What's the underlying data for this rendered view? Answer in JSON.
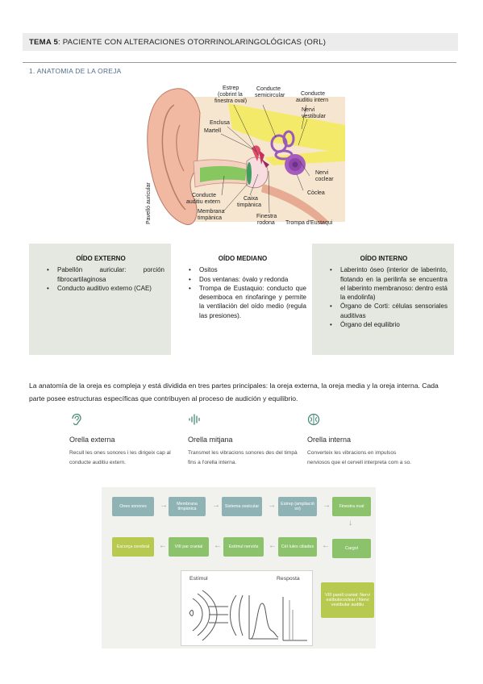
{
  "header": {
    "prefix": "TEMA 5",
    "title": ": PACIENTE CON ALTERACIONES OTORRINOLARINGOLÓGICAS (ORL)"
  },
  "section1": {
    "title": "1. ANATOMIA DE LA OREJA"
  },
  "diagram": {
    "labels": {
      "estrep_1": "Estrep",
      "estrep_2": "(cobrint la",
      "estrep_3": "finestra oval)",
      "conducte_sem_1": "Conducte",
      "conducte_sem_2": "semicircular",
      "conducte_aud_1": "Conducte",
      "conducte_aud_2": "auditiu intern",
      "nervi_vest_1": "Nervi",
      "nervi_vest_2": "vestibular",
      "enclusa": "Enclusa",
      "martell": "Martell",
      "pavello": "Pavelló auricular",
      "nervi_coclear_1": "Nervi",
      "nervi_coclear_2": "coclear",
      "coclea": "Còclea",
      "conducte_ext_1": "Conducte",
      "conducte_ext_2": "auditiu extern",
      "caixa_1": "Caixa",
      "caixa_2": "timpànica",
      "membrana_1": "Membrana",
      "membrana_2": "timpànica",
      "finestra_1": "Finestra",
      "finestra_2": "rodona",
      "trompa": "Trompa d'Eustaqui"
    }
  },
  "boxes": {
    "externo": {
      "title": "OÍDO EXTERNO",
      "items": [
        "Pabellón auricular: porción fibrocartilaginosa",
        "Conducto auditivo externo (CAE)"
      ]
    },
    "medio": {
      "title": "OÍDO MEDIANO",
      "items": [
        "Ositos",
        "Dos ventanas: óvalo y redonda",
        "Trompa de Eustaquio: conducto que desemboca en rinofaringe y permite la ventilación del oído medio (regula las presiones)."
      ]
    },
    "interno": {
      "title": "OÍDO INTERNO",
      "items": [
        "Laberinto óseo (interior de laberinto, flotando en la perilinfa se encuentra el laberinto membranoso: dentro está la endolinfa)",
        "Órgano de Corti: células sensoriales auditivas",
        "Órgano del equilibrio"
      ]
    }
  },
  "paragraph": "La anatomía de la oreja es compleja y está dividida en tres partes principales: la oreja externa, la oreja media y la oreja interna. Cada parte posee estructuras específicas que contribuyen al proceso de audición y equilibrio.",
  "cards": [
    {
      "title": "Orella externa",
      "desc": "Recull les ones sonores i les dirigeix cap al conducte auditiu extern."
    },
    {
      "title": "Orella mitjana",
      "desc": "Transmet les vibracions sonores des del timpà fins a l'orella interna."
    },
    {
      "title": "Orella interna",
      "desc": "Converteix les vibracions en impulsos nerviosos que el cervell interpreta com a so."
    }
  ],
  "flow": {
    "row1": [
      "Ones sonores",
      "Membrana timpànica",
      "Sistema ossicular",
      "Estrep (ampliació so)",
      "Finestra oval"
    ],
    "cargol": "Cargol",
    "row2": [
      "Escorça cerebral",
      "VIII par cranial",
      "Estímul nerviós",
      "Cèl·lules ciliades"
    ],
    "chart_estimul": "Estímul",
    "chart_resposta": "Resposta",
    "note": "VIII parell cranial: Nervi estibulococlear / Nervi vestibular auditiu"
  }
}
